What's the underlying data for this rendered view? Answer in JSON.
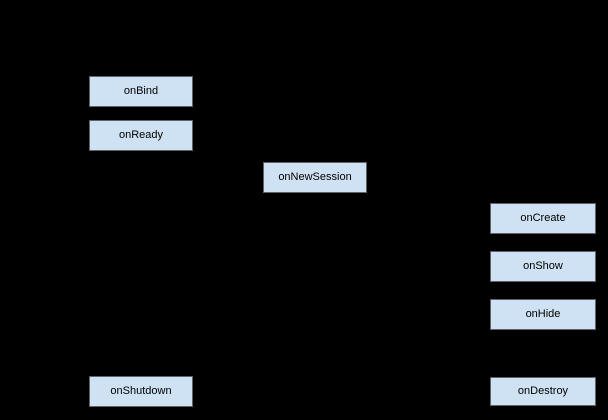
{
  "diagram": {
    "type": "lifecycle-flowchart",
    "background_color": "#000000",
    "node_fill_color": "#cfe2f3",
    "node_border_color": "#5f6368",
    "node_text_color": "#000000",
    "nodes": [
      {
        "id": "onBind",
        "label": "onBind"
      },
      {
        "id": "onReady",
        "label": "onReady"
      },
      {
        "id": "onNewSession",
        "label": "onNewSession"
      },
      {
        "id": "onCreate",
        "label": "onCreate"
      },
      {
        "id": "onShow",
        "label": "onShow"
      },
      {
        "id": "onHide",
        "label": "onHide"
      },
      {
        "id": "onShutdown",
        "label": "onShutdown"
      },
      {
        "id": "onDestroy",
        "label": "onDestroy"
      }
    ]
  }
}
